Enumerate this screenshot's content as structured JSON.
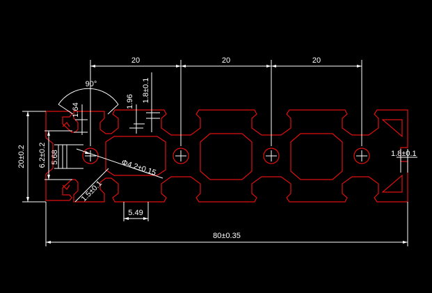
{
  "drawing": {
    "dimensions": {
      "pitch_1": "20",
      "pitch_2": "20",
      "pitch_3": "20",
      "angle": "90°",
      "slot_depth_1": "1.64",
      "slot_depth_2": "1.96",
      "lip_thickness": "1.8±0.1",
      "height": "20±0.2",
      "slot_width": "6.2±0.2",
      "inner_width": "5.68",
      "center_hole": "Φ4.2±0.15",
      "wall": "1.5±0.1",
      "opening": "5.49",
      "side_thickness": "1.8±0.1",
      "total_length": "80±0.35"
    },
    "colors": {
      "background": "#000000",
      "profile": "#e01010",
      "dimension": "#ffffff"
    }
  }
}
